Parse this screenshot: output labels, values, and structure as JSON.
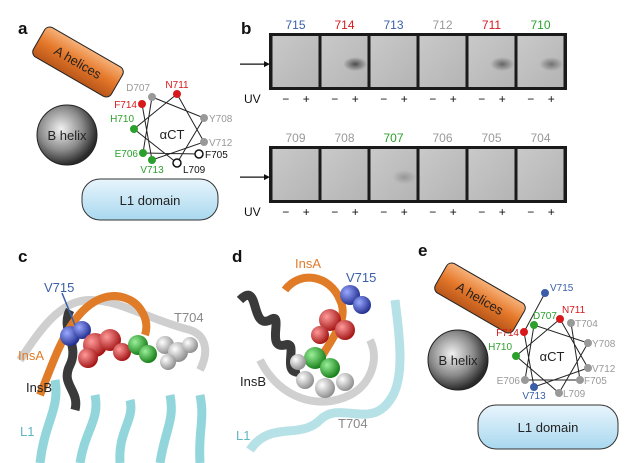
{
  "panels": {
    "a": "a",
    "b": "b",
    "c": "c",
    "d": "d",
    "e": "e"
  },
  "colors": {
    "red": "#d7191c",
    "green": "#2ca02c",
    "blue": "#3a5fa8",
    "grey": "#999999",
    "black": "#111111",
    "orange": "#e07b28",
    "cyan": "#bfe3f2"
  },
  "schematic": {
    "a_helices": "A helices",
    "b_helix": "B helix",
    "l1": "L1 domain",
    "act": "αCT"
  },
  "panel_a_residues": [
    {
      "name": "N711",
      "color": "#d7191c",
      "dot": "filled"
    },
    {
      "name": "D707",
      "color": "#999999",
      "dot": "filled"
    },
    {
      "name": "F714",
      "color": "#d7191c",
      "dot": "filled"
    },
    {
      "name": "Y708",
      "color": "#999999",
      "dot": "filled"
    },
    {
      "name": "H710",
      "color": "#2ca02c",
      "dot": "filled"
    },
    {
      "name": "V712",
      "color": "#999999",
      "dot": "filled"
    },
    {
      "name": "E706",
      "color": "#2ca02c",
      "dot": "filled"
    },
    {
      "name": "F705",
      "color": "#111111",
      "dot": "open"
    },
    {
      "name": "V713",
      "color": "#2ca02c",
      "dot": "filled"
    },
    {
      "name": "L709",
      "color": "#111111",
      "dot": "open"
    }
  ],
  "panel_e_residues": [
    {
      "name": "V715",
      "color": "#3a5fa8"
    },
    {
      "name": "N711",
      "color": "#d7191c"
    },
    {
      "name": "D707",
      "color": "#2ca02c"
    },
    {
      "name": "T704",
      "color": "#999999"
    },
    {
      "name": "F714",
      "color": "#d7191c"
    },
    {
      "name": "Y708",
      "color": "#999999"
    },
    {
      "name": "H710",
      "color": "#2ca02c"
    },
    {
      "name": "V712",
      "color": "#999999"
    },
    {
      "name": "E706",
      "color": "#999999"
    },
    {
      "name": "F705",
      "color": "#999999"
    },
    {
      "name": "V713",
      "color": "#3a5fa8"
    },
    {
      "name": "L709",
      "color": "#999999"
    }
  ],
  "gel": {
    "uv_label": "UV",
    "minus": "−",
    "plus": "+",
    "top": [
      {
        "label": "715",
        "color": "#3a5fa8",
        "band": 0
      },
      {
        "label": "714",
        "color": "#d7191c",
        "band": 0.9
      },
      {
        "label": "713",
        "color": "#3a5fa8",
        "band": 0
      },
      {
        "label": "712",
        "color": "#999999",
        "band": 0
      },
      {
        "label": "711",
        "color": "#d7191c",
        "band": 0.7
      },
      {
        "label": "710",
        "color": "#2ca02c",
        "band": 0.6
      }
    ],
    "bottom": [
      {
        "label": "709",
        "color": "#999999",
        "band": 0
      },
      {
        "label": "708",
        "color": "#999999",
        "band": 0
      },
      {
        "label": "707",
        "color": "#2ca02c",
        "band": 0.3
      },
      {
        "label": "706",
        "color": "#999999",
        "band": 0
      },
      {
        "label": "705",
        "color": "#999999",
        "band": 0
      },
      {
        "label": "704",
        "color": "#999999",
        "band": 0
      }
    ]
  },
  "panel_c": {
    "v715": "V715",
    "insa": "InsA",
    "insb": "InsB",
    "t704": "T704",
    "l1": "L1"
  },
  "panel_d": {
    "insa": "InsA",
    "v715": "V715",
    "insb": "InsB",
    "l1": "L1",
    "t704": "T704"
  }
}
